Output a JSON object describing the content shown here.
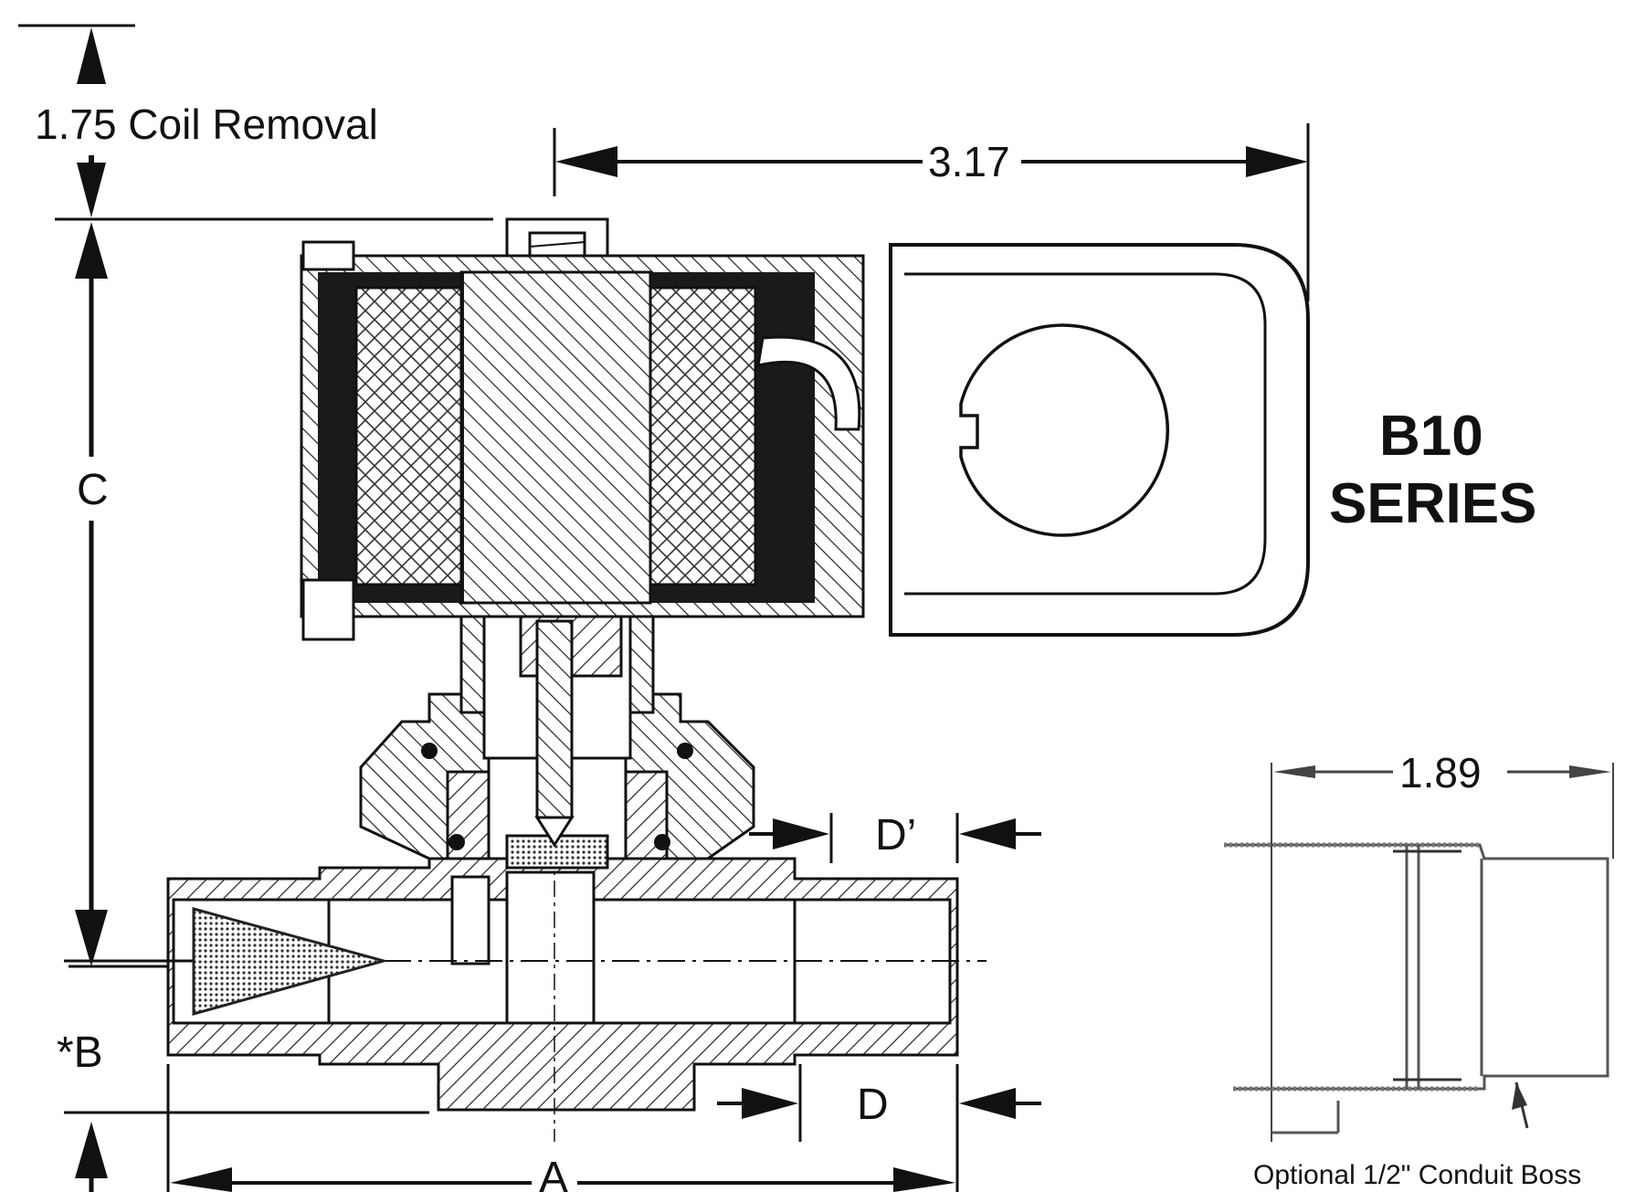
{
  "dimensions": {
    "coil_removal": "1.75 Coil Removal",
    "overall_width": "3.17",
    "height": "C",
    "base_offset": "*B",
    "length": "A",
    "inlet_depth": "D",
    "inlet_depth_alt": "D’",
    "boss_width": "1.89"
  },
  "series": {
    "line1": "B10",
    "line2": "SERIES"
  },
  "boss_caption": "Optional 1/2\" Conduit Boss"
}
